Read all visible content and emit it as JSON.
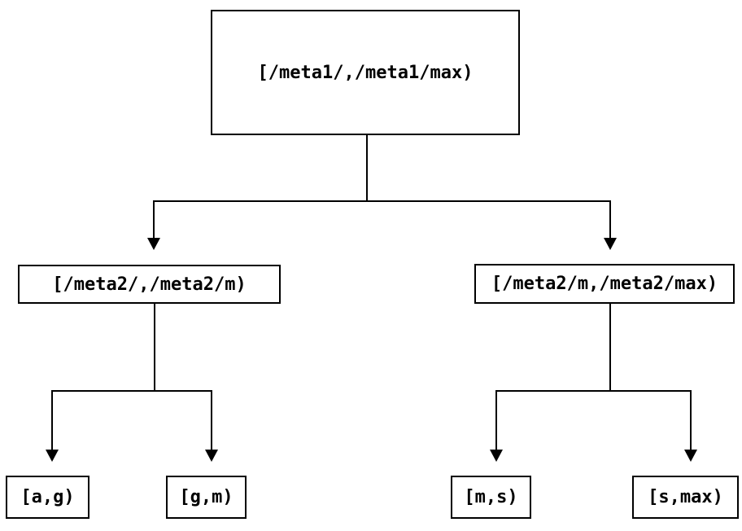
{
  "diagram": {
    "background_color": "#ffffff",
    "line_color": "#000000",
    "text_color": "#000000",
    "nodes": {
      "root": {
        "label": "[/meta1/,/meta1/max)"
      },
      "meta2_low": {
        "label": "[/meta2/,/meta2/m)"
      },
      "meta2_high": {
        "label": "[/meta2/m,/meta2/max)"
      },
      "leaf_ag": {
        "label": "[a,g)"
      },
      "leaf_gm": {
        "label": "[g,m)"
      },
      "leaf_ms": {
        "label": "[m,s)"
      },
      "leaf_smax": {
        "label": "[s,max)"
      }
    }
  }
}
